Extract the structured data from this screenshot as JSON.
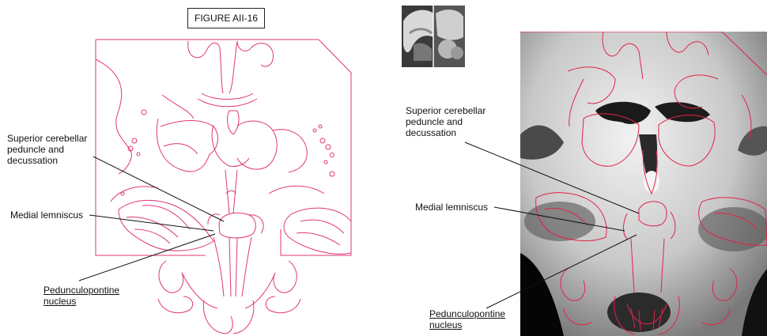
{
  "left_panel": {
    "figure_title": "FIGURE AII-16",
    "label_superior": [
      "Superior cerebellar",
      "peduncle and",
      "decussation"
    ],
    "label_medial": "Medial lemniscus",
    "label_ppn": [
      "Pedunculopontine",
      "nucleus"
    ]
  },
  "right_panel": {
    "label_superior": [
      "Superior cerebellar",
      "peduncle and",
      "decussation"
    ],
    "label_medial": "Medial lemniscus",
    "label_ppn": [
      "Pedunculopontine",
      "nucleus"
    ]
  },
  "colors": {
    "outline": "#e0357a",
    "leader": "#111111"
  }
}
